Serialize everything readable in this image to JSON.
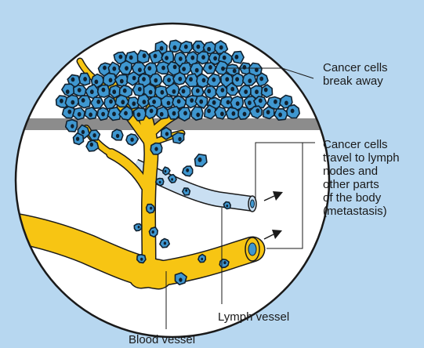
{
  "labels": {
    "break_away": [
      "Cancer cells",
      "break away"
    ],
    "metastasis": [
      "Cancer cells",
      "travel to lymph",
      "nodes and",
      "other parts",
      "of the body",
      "(metastasis)"
    ],
    "lymph_vessel": "Lymph vessel",
    "blood_vessel": "Blood vessel"
  },
  "colors": {
    "background": "#b7d7f0",
    "circle_fill": "#ffffff",
    "tissue_layer": "#8c8c8c",
    "cell_fill": "#3f97d0",
    "cell_nucleus": "#10202e",
    "blood_vessel": "#f7c513",
    "lymph_vessel": "#c9dff2"
  }
}
